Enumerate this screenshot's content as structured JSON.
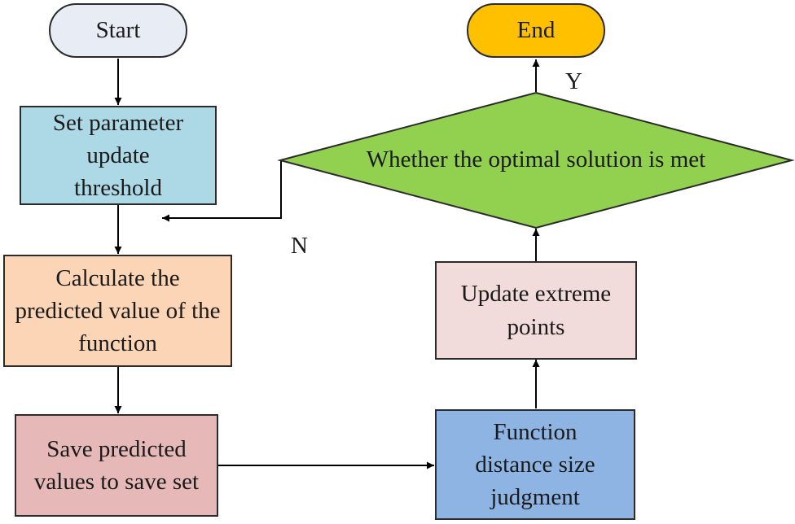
{
  "nodes": {
    "start": {
      "text": "Start",
      "fill": "#e8ecf4"
    },
    "end": {
      "text": "End",
      "fill": "#ffc000"
    },
    "set_threshold": {
      "text": "Set parameter update threshold",
      "fill": "#add8e6"
    },
    "calculate": {
      "text": "Calculate the predicted value of the function",
      "fill": "#fbd5b5"
    },
    "save": {
      "text": "Save predicted values to save set",
      "fill": "#e6b9b8"
    },
    "distance": {
      "text": "Function distance size judgment",
      "fill": "#8eb4e3"
    },
    "update": {
      "text": "Update extreme points",
      "fill": "#f2dcdb"
    },
    "decision": {
      "text": "Whether the optimal solution is met",
      "fill": "#92d050"
    }
  },
  "edge_labels": {
    "yes": "Y",
    "no": "N"
  },
  "colors": {
    "line": "#000000",
    "border": "#2b2b2b"
  }
}
